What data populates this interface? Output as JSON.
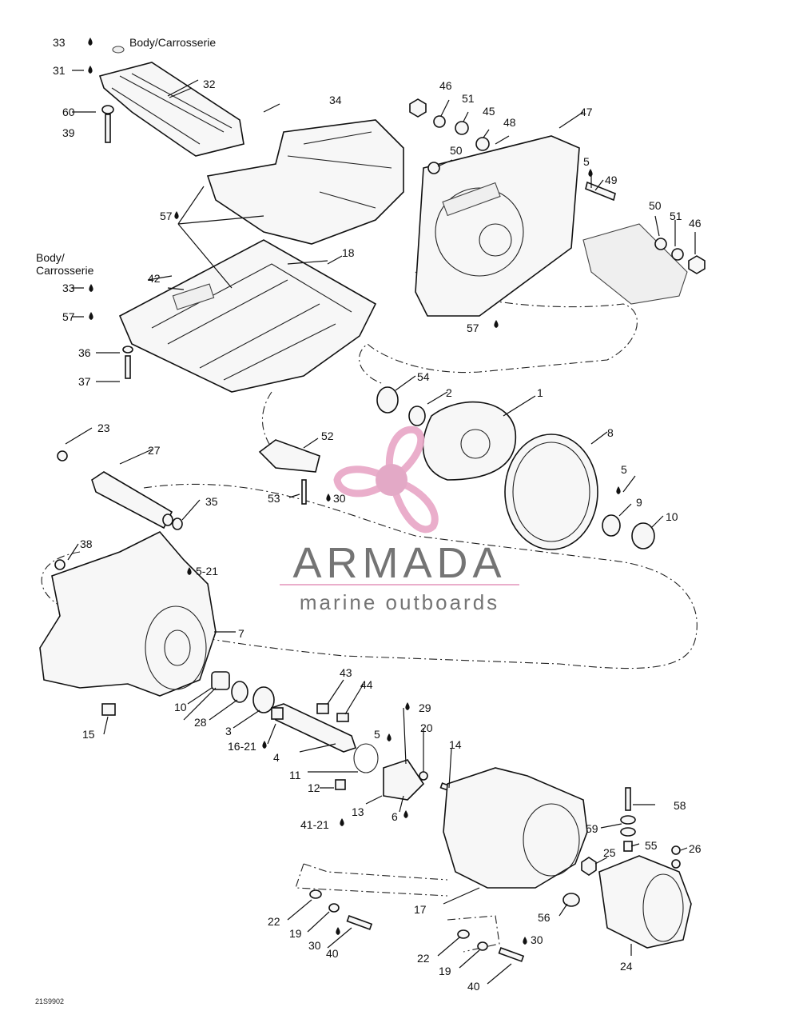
{
  "diagram": {
    "drawing_code": "21S9902",
    "body_label": "Body/Carrosserie",
    "body_label_lines": [
      "Body/",
      "Carrosserie"
    ]
  },
  "watermark": {
    "brand": "ARMADA",
    "tagline": "marine outboards",
    "colors": {
      "propeller": "#e8a6c6",
      "hub": "#e0a0c0",
      "text": "#6a6a6a"
    }
  },
  "labels": {
    "l33a": "33",
    "l31": "31",
    "l60": "60",
    "l39": "39",
    "l32": "32",
    "l34": "34",
    "l46a": "46",
    "l51a": "51",
    "l45": "45",
    "l48": "48",
    "l47": "47",
    "l50a": "50",
    "l5a": "5",
    "l49": "49",
    "l50b": "50",
    "l51b": "51",
    "l46b": "46",
    "l57a": "57",
    "l18": "18",
    "l33b": "33",
    "l42": "42",
    "l57b": "57",
    "l36": "36",
    "l37": "37",
    "l57c": "57",
    "l54": "54",
    "l2": "2",
    "l1": "1",
    "l52": "52",
    "l8": "8",
    "l23": "23",
    "l27": "27",
    "l53": "53",
    "l30a": "30",
    "l5b": "5",
    "l35": "35",
    "l9": "9",
    "l10a": "10",
    "l38": "38",
    "l521": "5-21",
    "l7": "7",
    "l43": "43",
    "l44": "44",
    "l29": "29",
    "l10b": "10",
    "l28": "28",
    "l15": "15",
    "l3": "3",
    "l5c": "5",
    "l20": "20",
    "l14": "14",
    "l1621": "16-21",
    "l4": "4",
    "l11": "11",
    "l12": "12",
    "l13": "13",
    "l6": "6",
    "l4121": "41-21",
    "l58": "58",
    "l59": "59",
    "l55": "55",
    "l25": "25",
    "l26": "26",
    "l22a": "22",
    "l19a": "19",
    "l30b": "30",
    "l40a": "40",
    "l17": "17",
    "l56": "56",
    "l22b": "22",
    "l30c": "30",
    "l19b": "19",
    "l24": "24",
    "l40b": "40"
  }
}
